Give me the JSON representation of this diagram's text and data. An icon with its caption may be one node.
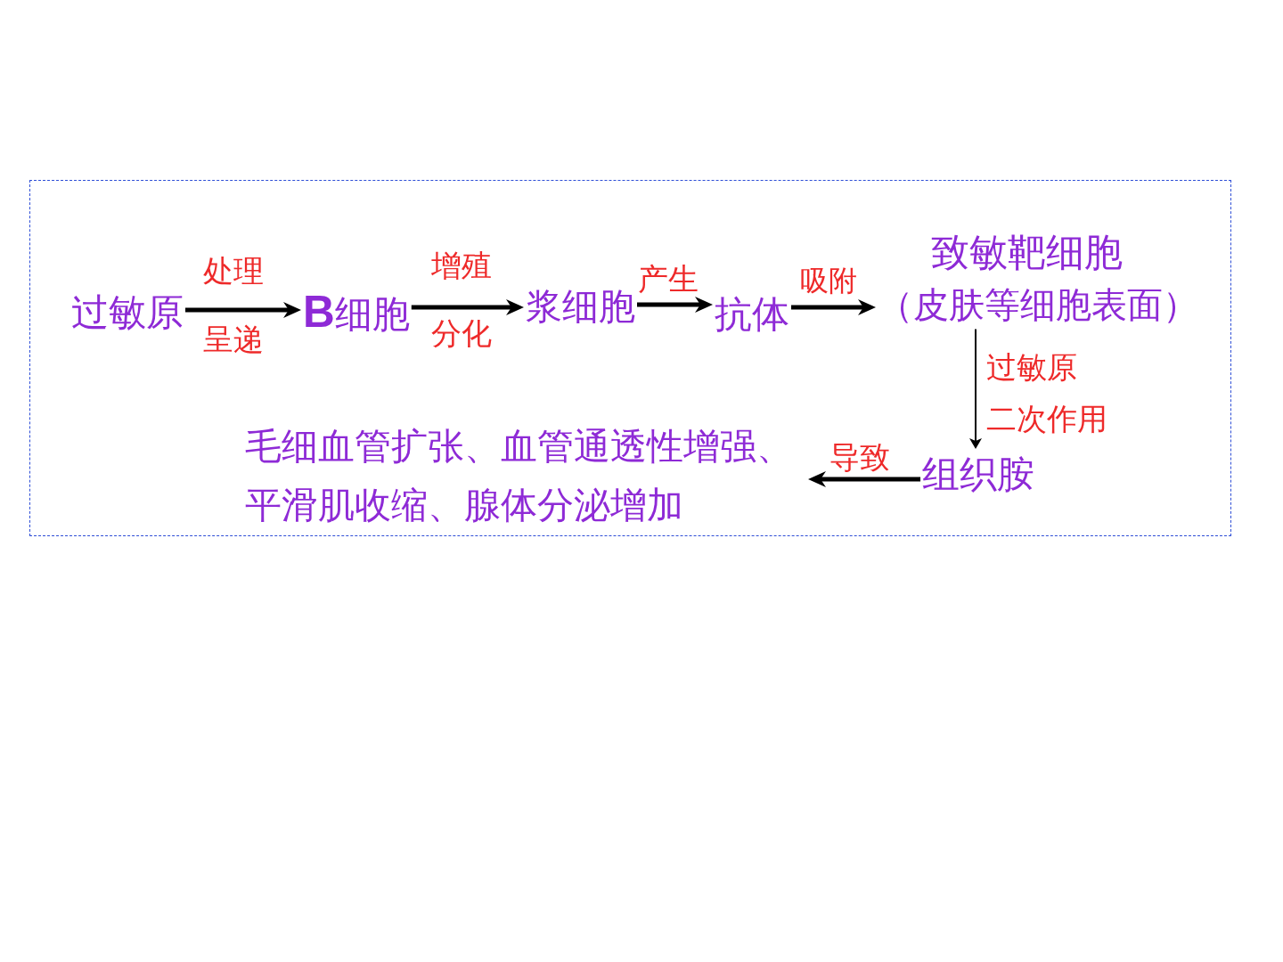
{
  "diagram": {
    "nodes": [
      {
        "text": [],
        "shape": "box"
      },
      {
        "text": [
          "过敏原"
        ],
        "in": 0
      },
      {
        "text": [
          "**B**细胞"
        ],
        "in": 0
      },
      {
        "text": [
          "浆细胞"
        ],
        "in": 0
      },
      {
        "text": [
          "抗体"
        ],
        "in": 0
      },
      {
        "text": [
          "致敏靶细胞",
          "（皮肤等细胞表面）"
        ],
        "in": 0
      },
      {
        "text": [
          "组织胺"
        ],
        "in": 0
      },
      {
        "text": [
          "毛细血管扩张、血管通透性增强、平滑肌收缩、腺体分泌增加"
        ],
        "in": 0
      }
    ],
    "edges": [
      {
        "from": 1,
        "to": 2,
        "arrow": "to",
        "label": "处理呈递"
      },
      {
        "from": 2,
        "to": 3,
        "arrow": "to",
        "label": "增殖分化"
      },
      {
        "from": 3,
        "to": 4,
        "arrow": "to",
        "label": "产生"
      },
      {
        "from": 4,
        "to": 5,
        "arrow": "to",
        "label": "吸附"
      },
      {
        "from": 5,
        "to": 6,
        "arrow": "to",
        "label": "过敏原二次作用"
      },
      {
        "from": 6,
        "to": 7,
        "arrow": "to",
        "label": "导致"
      }
    ]
  }
}
